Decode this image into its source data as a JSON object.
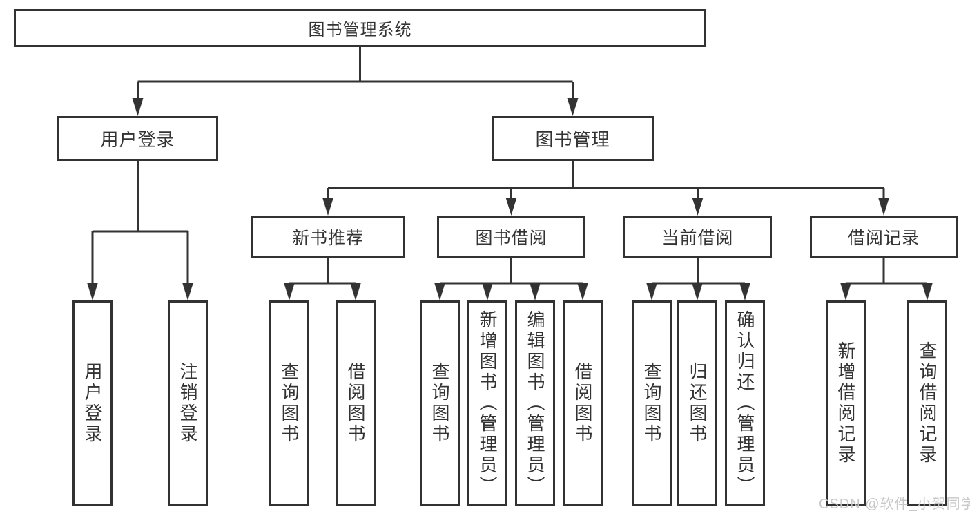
{
  "watermark": {
    "text": "CSDN @软件_小贺同学",
    "color": "#c5c5c5"
  },
  "colors": {
    "line": "#333333",
    "box_border": "#323232",
    "text": "#333333",
    "background": "#ffffff"
  },
  "tree": {
    "root": {
      "label": "图书管理系统"
    },
    "level2": [
      {
        "label": "用户登录",
        "children": [
          {
            "label": "用户登录"
          },
          {
            "label": "注销登录"
          }
        ]
      },
      {
        "label": "图书管理",
        "children": [
          {
            "label": "新书推荐",
            "children": [
              {
                "label": "查询图书"
              },
              {
                "label": "借阅图书"
              }
            ]
          },
          {
            "label": "图书借阅",
            "children": [
              {
                "label": "查询图书"
              },
              {
                "label": "新增图书（管理员）"
              },
              {
                "label": "编辑图书（管理员）"
              },
              {
                "label": "借阅图书"
              }
            ]
          },
          {
            "label": "当前借阅",
            "children": [
              {
                "label": "查询图书"
              },
              {
                "label": "归还图书"
              },
              {
                "label": "确认归还（管理员）"
              }
            ]
          },
          {
            "label": "借阅记录",
            "children": [
              {
                "label": "新增借阅记录"
              },
              {
                "label": "查询借阅记录"
              }
            ]
          }
        ]
      }
    ]
  }
}
